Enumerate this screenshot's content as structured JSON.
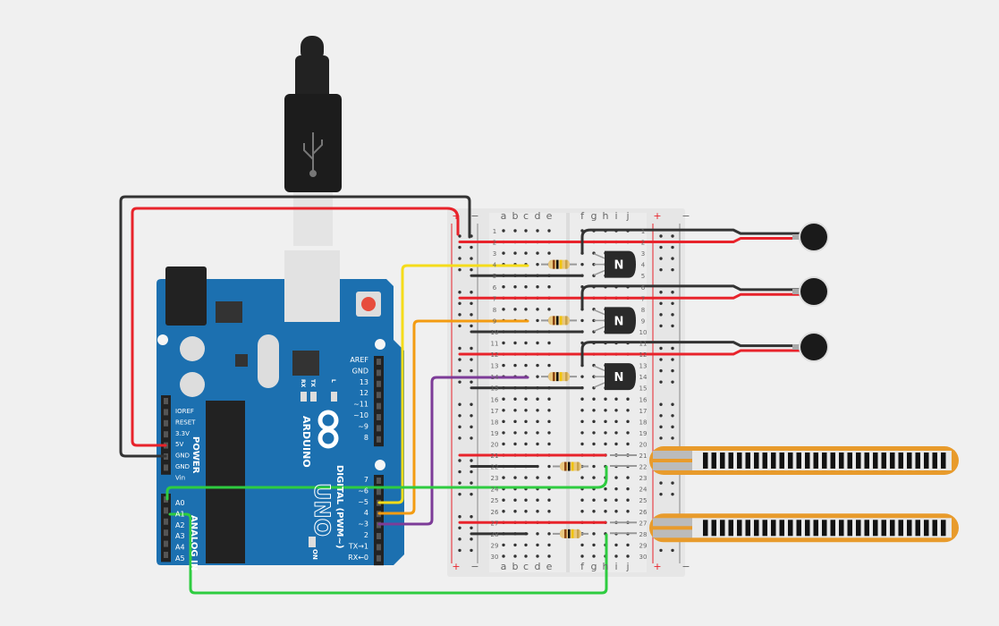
{
  "colors": {
    "background": "#f0f0f0",
    "arduino_board": "#1c70b0",
    "breadboard": "#e6e6e6",
    "wire_red": "#e8232b",
    "wire_black": "#333333",
    "wire_yellow": "#f5dc1a",
    "wire_orange": "#f39c12",
    "wire_purple": "#7d3c98",
    "wire_green": "#2ecc40",
    "flex_sensor": "#e89b2c"
  },
  "breadboard": {
    "left_cols": [
      "a",
      "b",
      "c",
      "d",
      "e"
    ],
    "right_cols": [
      "f",
      "g",
      "h",
      "i",
      "j"
    ],
    "rail_plus": "+",
    "rail_minus": "−",
    "rows": [
      "1",
      "2",
      "3",
      "4",
      "5",
      "6",
      "7",
      "8",
      "9",
      "10",
      "11",
      "12",
      "13",
      "14",
      "15",
      "16",
      "17",
      "18",
      "19",
      "20",
      "21",
      "22",
      "23",
      "24",
      "25",
      "26",
      "27",
      "28",
      "29",
      "30"
    ]
  },
  "arduino": {
    "brand": "ARDUINO",
    "model": "UNO",
    "digital_label": "DIGITAL (PWM~)",
    "power_label": "POWER",
    "analog_label": "ANALOG IN",
    "on_label": "ON",
    "led_labels": [
      "RX",
      "TX",
      "L"
    ],
    "power_pins": [
      "IOREF",
      "RESET",
      "3.3V",
      "5V",
      "GND",
      "GND",
      "Vin"
    ],
    "analog_pins": [
      "A0",
      "A1",
      "A2",
      "A3",
      "A4",
      "A5"
    ],
    "digital_pins_top": [
      "AREF",
      "GND",
      "13",
      "12",
      "~11",
      "~10",
      "~9",
      "8"
    ],
    "digital_pins_bottom": [
      "7",
      "~6",
      "~5",
      "4",
      "~3",
      "2",
      "TX→1",
      "RX←0"
    ]
  },
  "transistor_label": "N",
  "components": {
    "transistors": 3,
    "vibration_motors": 3,
    "resistors": 5,
    "flex_sensors": 2
  }
}
